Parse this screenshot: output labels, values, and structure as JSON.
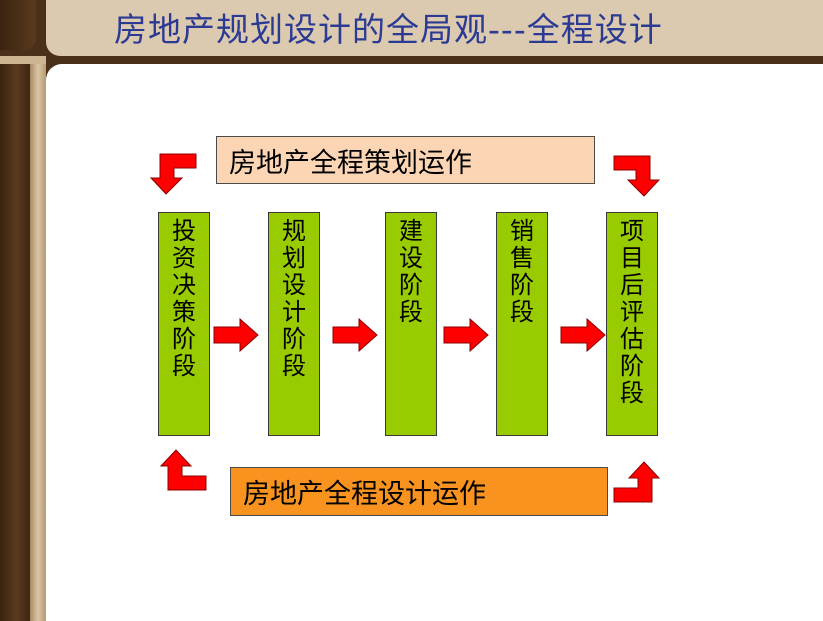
{
  "slide": {
    "title": "房地产规划设计的全局观---全程设计"
  },
  "operations": {
    "planning": "房地产全程策划运作",
    "design": "房地产全程设计运作"
  },
  "stages": [
    {
      "label": "投资决策阶段"
    },
    {
      "label": "规划设计阶段"
    },
    {
      "label": "建设阶段"
    },
    {
      "label": "销售阶段"
    },
    {
      "label": "项目后评估阶段"
    }
  ],
  "colors": {
    "stage_fill": "#99cc00",
    "planning_fill": "#fcd5b5",
    "design_fill": "#f7931e",
    "arrow_fill": "#ff0000",
    "title_text": "#2b3a93"
  }
}
